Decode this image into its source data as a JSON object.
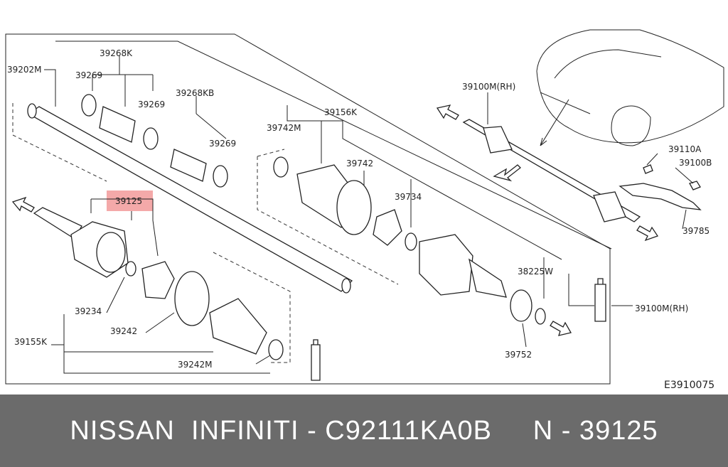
{
  "diagram": {
    "code": "E3910075",
    "labels": {
      "l39202M": "39202M",
      "l39268K": "39268K",
      "l39269a": "39269",
      "l39269b": "39269",
      "l39268KB": "39268KB",
      "l39269c": "39269",
      "l39742M": "39742M",
      "l39156K": "39156K",
      "l39742": "39742",
      "l39734": "39734",
      "l39100MRH_top": "39100M(RH)",
      "l39110A": "39110A",
      "l39100B": "39100B",
      "l39785": "39785",
      "l39125": "39125",
      "l39234": "39234",
      "l39242": "39242",
      "l39155K": "39155K",
      "l39242M": "39242M",
      "l38225W": "38225W",
      "l39752": "39752",
      "l39100MRH_bot": "39100M(RH)"
    },
    "highlight_color": "#f08c8c"
  },
  "footer": {
    "text": "NISSAN  INFINITI - C92111KA0B     N - 39125"
  }
}
